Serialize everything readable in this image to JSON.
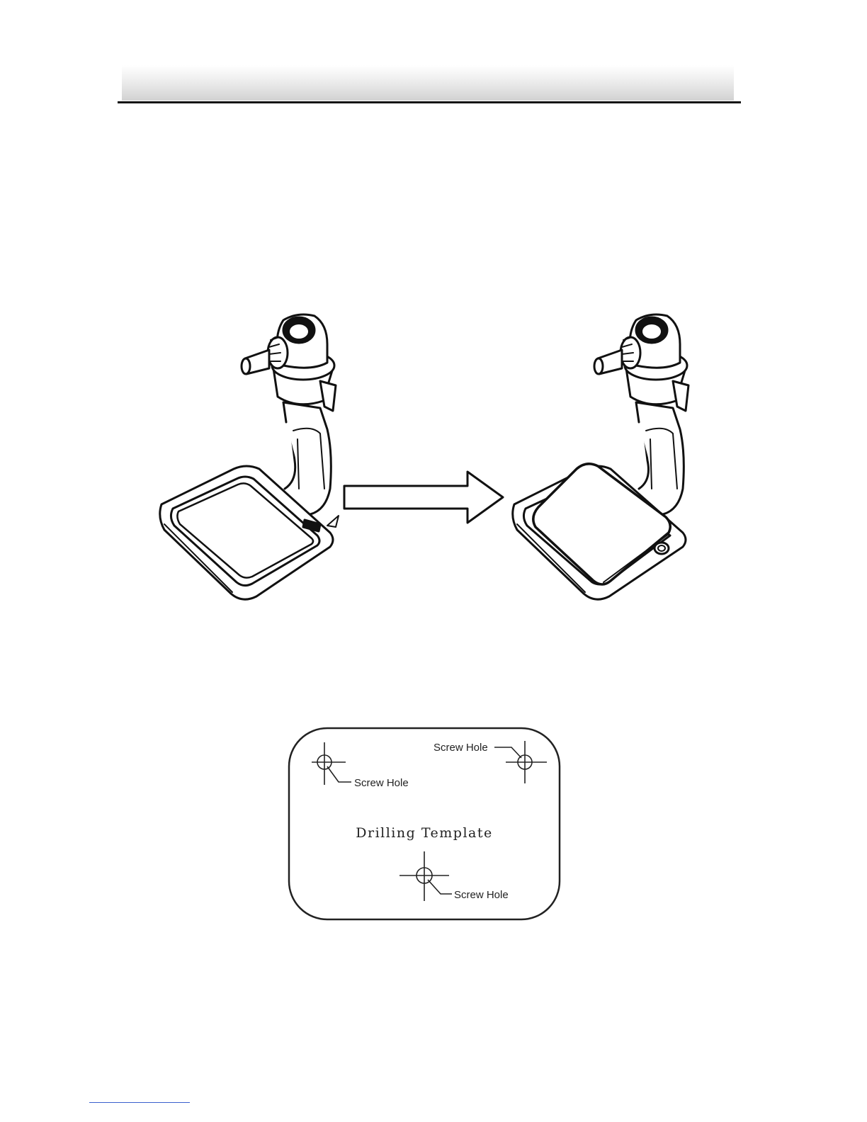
{
  "figure_template": {
    "title": "Drilling Template",
    "screw_hole_labels": [
      "Screw Hole",
      "Screw Hole",
      "Screw Hole"
    ]
  }
}
